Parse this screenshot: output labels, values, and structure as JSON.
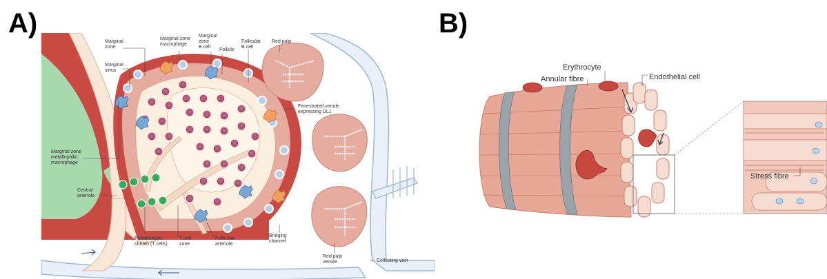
{
  "panels": [
    {
      "id": "A",
      "label": "A)"
    },
    {
      "id": "B",
      "label": "B)"
    }
  ],
  "panel_a": {
    "labels": {
      "marginal_zone": "Marginal\nzone",
      "marginal_zone_macrophage": "Marginal zone\nmacrophage",
      "marginal_zone_b_cell": "Marginal\nzone\nB cell",
      "follicle": "Follicle",
      "follicular_b_cell": "Follicular\nB cell",
      "red_pulp": "Red pulp",
      "marginal_sinus": "Marginal\nsinus",
      "fenestrated_venule": "Fenestrated venule\nexpressing DL1",
      "metallophilic_macrophage": "Marginal zone\nmetallophilic\nmacrophage",
      "central_arteriole": "Central\narteriole",
      "periarteriolar_sheath": "Periarteriolar\nsheath (T cells)",
      "t_cell_zone": "T cell\nzone",
      "follicular_arteriole": "Follicular\narteriole",
      "bridging_channel": "Bridging\nchannel",
      "red_pulp_venule": "Red pulp\nvenule",
      "collecting_vein": "Collecting vein"
    }
  },
  "panel_b": {
    "labels": {
      "erythrocyte": "Erythrocyte",
      "annular_fibre": "Annular fibre",
      "endothelial_cell": "Endothelial cell",
      "stress_fibre": "Stress fibre"
    }
  },
  "colors": {
    "red_pulp": "#c84a43",
    "tissue_pink": "#e8a090",
    "follicle_cream": "#f9ecdc",
    "green_sheath": "#9fd1a6",
    "vessel_blue": "#aac4dc",
    "ring_grey": "#9aa3aa"
  }
}
